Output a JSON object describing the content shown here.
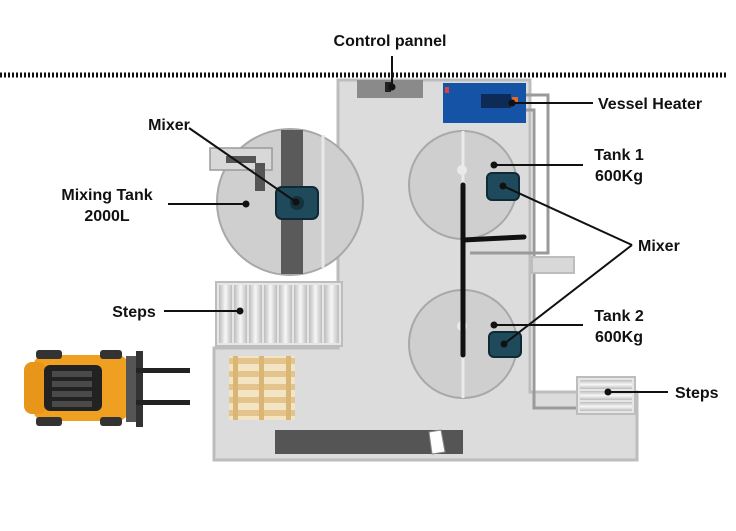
{
  "labels": {
    "control_panel": "Control pannel",
    "vessel_heater": "Vessel Heater",
    "mixer_left": "Mixer",
    "mixing_tank_line1": "Mixing Tank",
    "mixing_tank_line2": "2000L",
    "steps_left": "Steps",
    "tank1_line1": "Tank 1",
    "tank1_line2": "600Kg",
    "mixer_right": "Mixer",
    "tank2_line1": "Tank 2",
    "tank2_line2": "600Kg",
    "steps_right": "Steps"
  },
  "colors": {
    "floor": "#dcdcdc",
    "floor_edge": "#bdbdbd",
    "tank": "#cfcfcf",
    "mixer_blue": "#1f4a5c",
    "heater_blue": "#1553a6",
    "forklift_orange": "#f0a020",
    "pallet": "#e8cfa0",
    "dark_bar": "#555555"
  },
  "icons": {
    "forklift": "forklift-icon",
    "pallet": "pallet-icon"
  }
}
